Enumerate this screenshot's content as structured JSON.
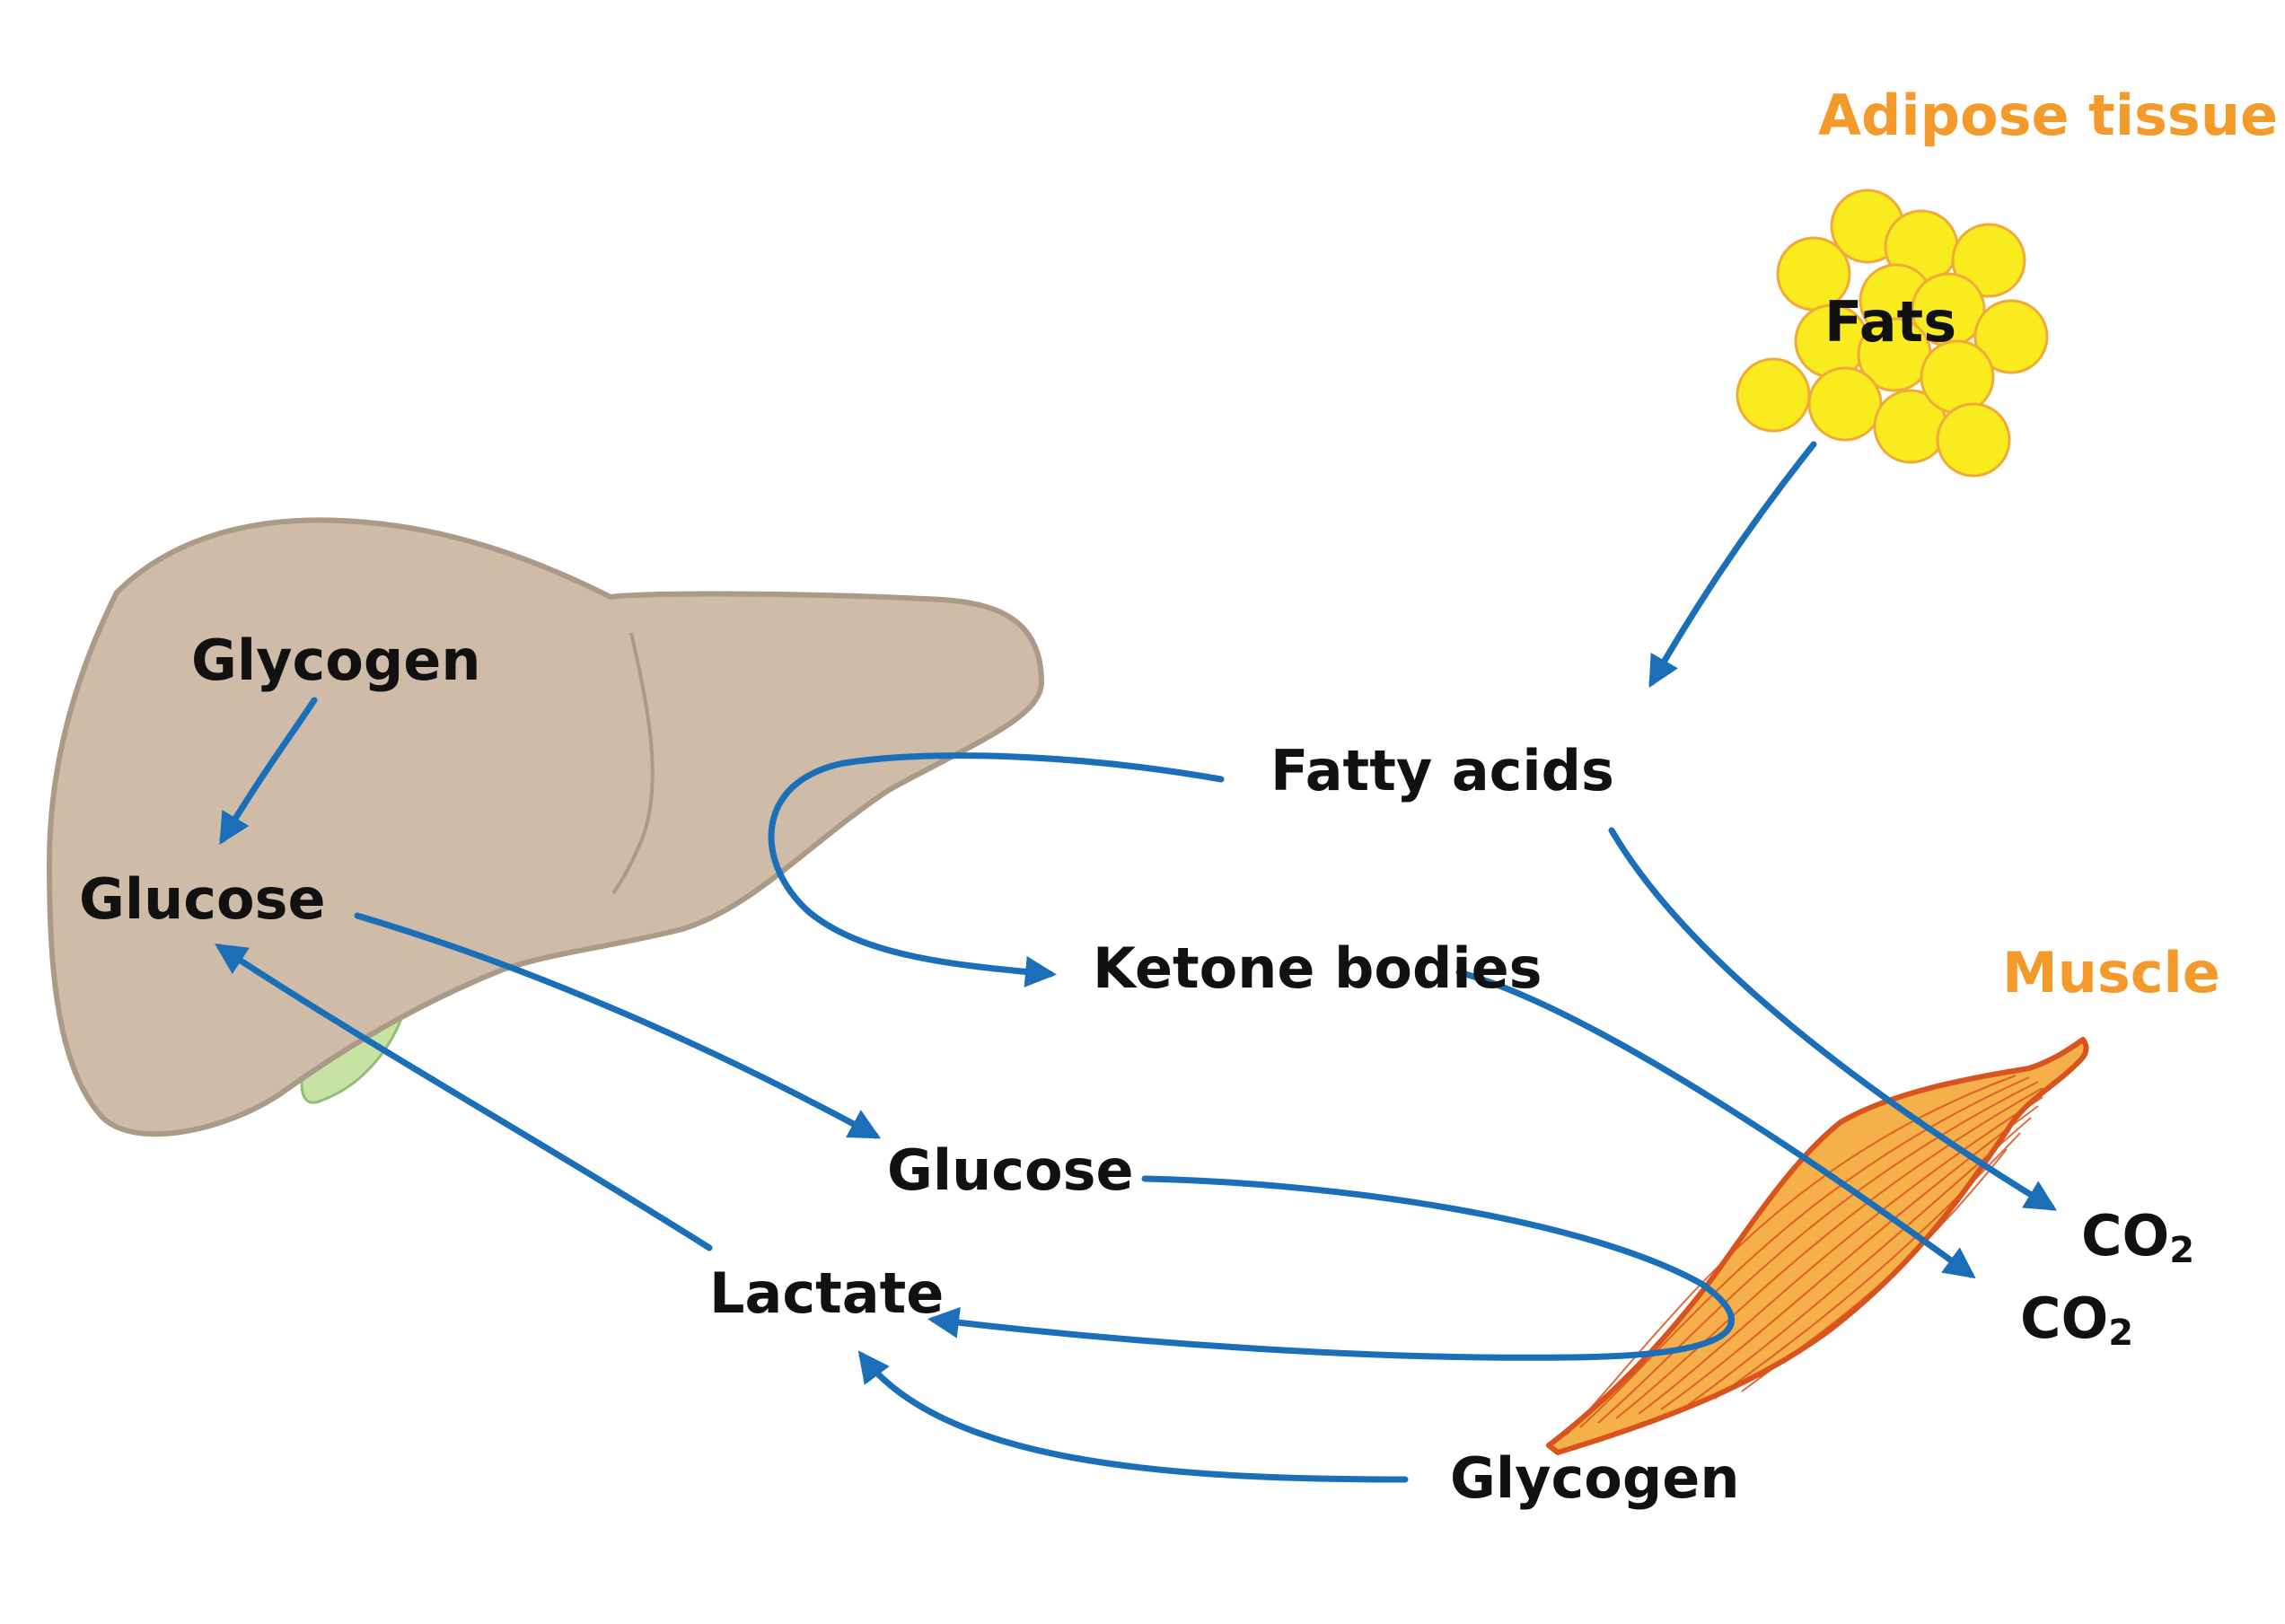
{
  "colors": {
    "arrow": "#1a6fb8",
    "liver": "#cfbca8",
    "liver_outline": "#ab9a87",
    "gallbladder": "#c6e3a3",
    "fat_cell": "#f8ec1e",
    "fat_cell_outline": "#f1a93a",
    "muscle_fill": "#f6b04a",
    "muscle_outline": "#d9531e",
    "orange_label": "#f39a2b"
  },
  "labels": {
    "adipose_tissue": "Adipose tissue",
    "fats": "Fats",
    "liver_glycogen": "Glycogen",
    "liver_glucose": "Glucose",
    "fatty_acids": "Fatty acids",
    "ketone_bodies": "Ketone bodies",
    "muscle": "Muscle",
    "blood_glucose": "Glucose",
    "lactate": "Lactate",
    "muscle_glycogen": "Glycogen",
    "co2_a_main": "CO",
    "co2_a_sub": "2",
    "co2_b_main": "CO",
    "co2_b_sub": "2"
  },
  "icons": [
    "liver-icon",
    "gallbladder-icon",
    "fat-cells-icon",
    "muscle-icon"
  ]
}
